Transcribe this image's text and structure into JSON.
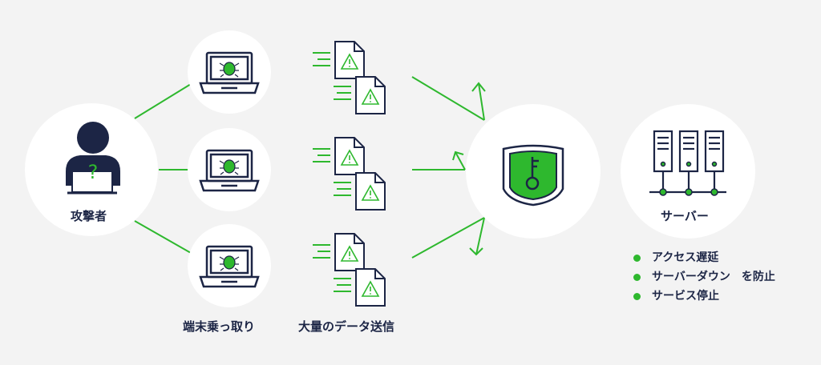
{
  "labels": {
    "attacker": "攻撃者",
    "devices": "端末乗っ取り",
    "data": "大量のデータ送信",
    "server": "サーバー"
  },
  "protections": [
    {
      "label": "アクセス遅延"
    },
    {
      "label": "サーバーダウン　を防止"
    },
    {
      "label": "サービス停止"
    }
  ],
  "colors": {
    "background": "#f3f3f3",
    "circle": "#ffffff",
    "navy": "#1c2545",
    "green": "#2eb82e"
  },
  "icons": [
    "person-unknown-icon",
    "laptop-bug-icon",
    "warning-document-icon",
    "shield-key-icon",
    "server-rack-icon"
  ]
}
